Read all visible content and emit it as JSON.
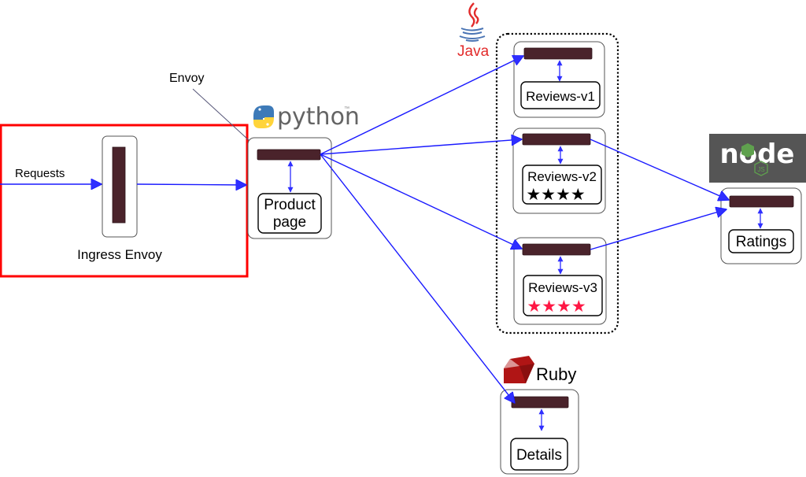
{
  "diagram": {
    "colors": {
      "flow": "#1a1aff",
      "proxy": "#4a232b",
      "ingress_frame": "#ff0000",
      "star_black": "#000000",
      "star_red": "#ff1744",
      "java_red": "#e22b2b",
      "java_blue": "#4a74b4",
      "ruby_red": "#b01515",
      "node_bg": "#555555",
      "node_green": "#5fa04e",
      "python_blue": "#3d7ab8",
      "python_yellow": "#ffd43b",
      "python_text": "#646464"
    },
    "labels": {
      "requests": "Requests",
      "ingress": "Ingress Envoy",
      "envoy_callout": "Envoy"
    },
    "logos": {
      "python": "python",
      "python_tm": "™",
      "java": "Java",
      "ruby": "Ruby",
      "node": "node",
      "node_js": "JS"
    },
    "services": {
      "productpage": {
        "line1": "Product",
        "line2": "page",
        "tech": "python"
      },
      "reviews_v1": {
        "name": "Reviews-v1",
        "tech": "java",
        "stars": 0
      },
      "reviews_v2": {
        "name": "Reviews-v2",
        "tech": "java",
        "stars": 4,
        "star_color": "black",
        "stars_text": "★★★★"
      },
      "reviews_v3": {
        "name": "Reviews-v3",
        "tech": "java",
        "stars": 4,
        "star_color": "red",
        "stars_text": "★★★★"
      },
      "ratings": {
        "name": "Ratings",
        "tech": "node"
      },
      "details": {
        "name": "Details",
        "tech": "ruby"
      }
    },
    "connections": [
      {
        "from": "external",
        "to": "ingress-envoy",
        "label": "Requests"
      },
      {
        "from": "ingress-envoy",
        "to": "productpage"
      },
      {
        "from": "productpage",
        "to": "reviews-v1"
      },
      {
        "from": "productpage",
        "to": "reviews-v2"
      },
      {
        "from": "productpage",
        "to": "reviews-v3"
      },
      {
        "from": "productpage",
        "to": "details"
      },
      {
        "from": "reviews-v2",
        "to": "ratings"
      },
      {
        "from": "reviews-v3",
        "to": "ratings"
      }
    ]
  }
}
